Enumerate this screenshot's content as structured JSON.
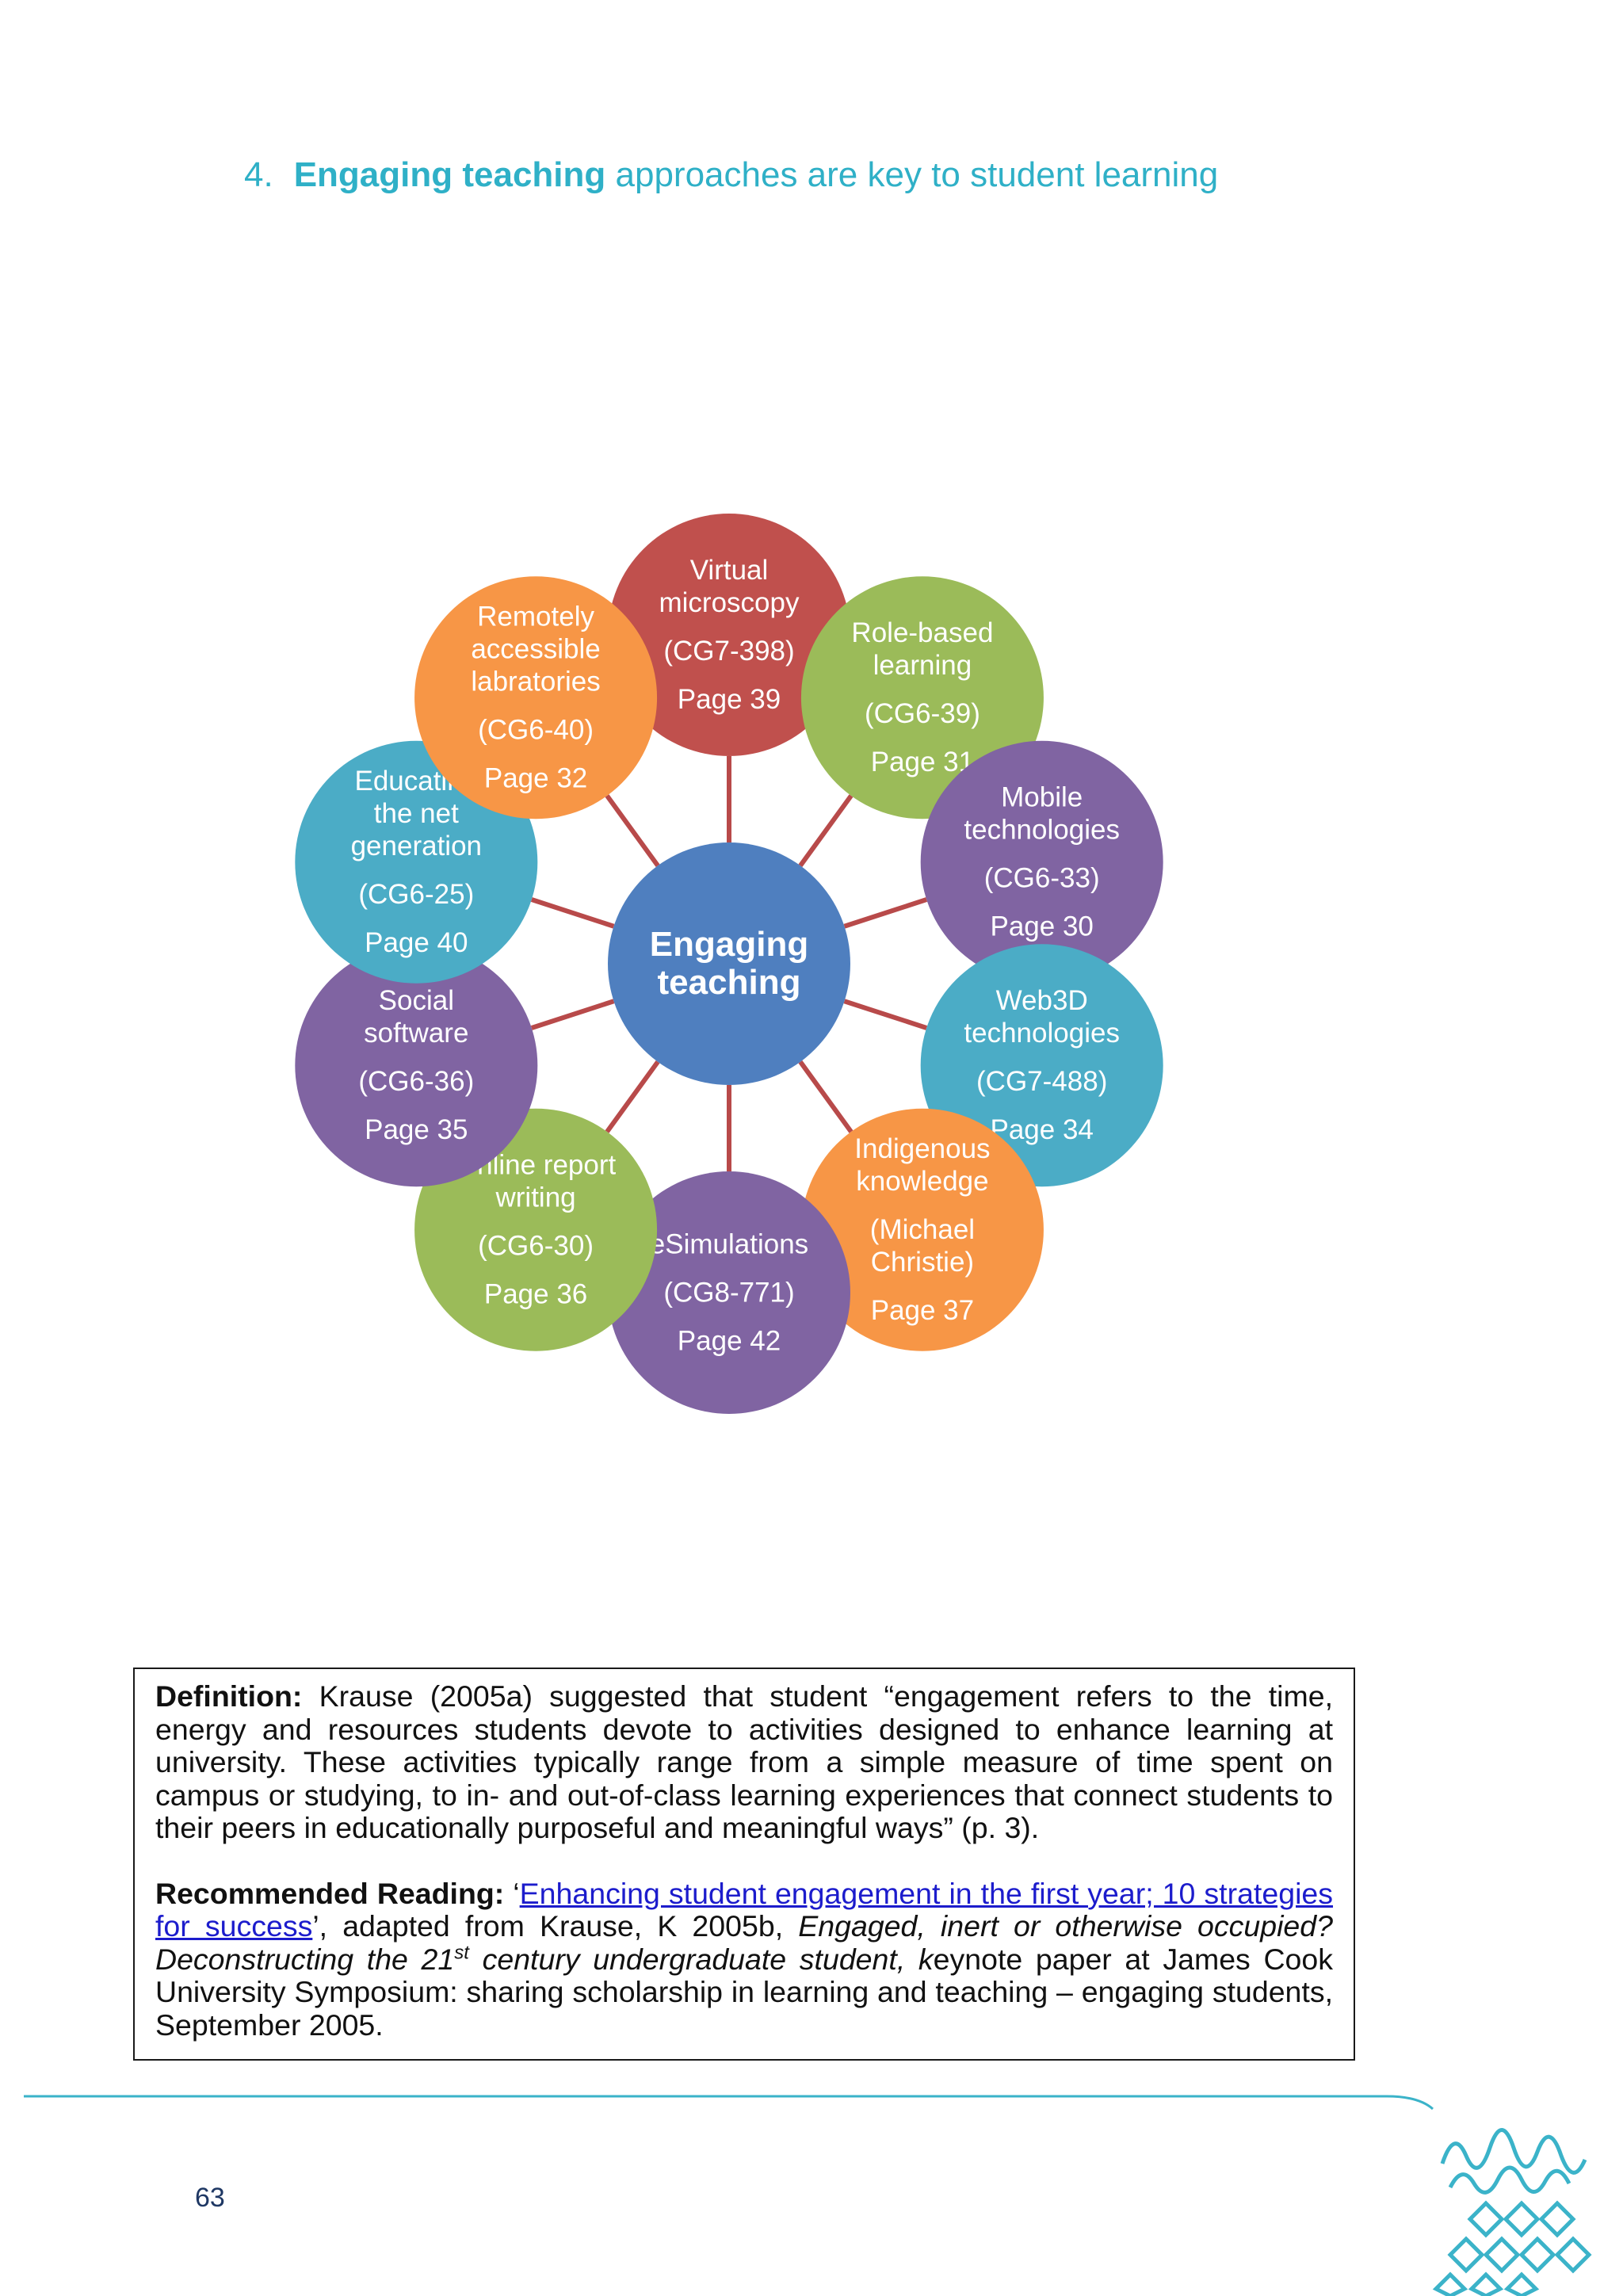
{
  "heading": {
    "number": "4.",
    "bold": "Engaging teaching",
    "rest": " approaches are key to student learning"
  },
  "diagram": {
    "center": {
      "lines": [
        "Engaging",
        "teaching"
      ],
      "color": "#4f7fbf"
    },
    "connector_color": "#b84a4a",
    "nodes": [
      {
        "id": "virtual-microscopy",
        "color": "#c0504d",
        "title": [
          "Virtual",
          "microscopy"
        ],
        "code": [
          "(CG7-398)"
        ],
        "page": "Page 39"
      },
      {
        "id": "role-based-learning",
        "color": "#9bbb59",
        "title": [
          "Role-based",
          "learning"
        ],
        "code": [
          "(CG6-39)"
        ],
        "page": "Page 31"
      },
      {
        "id": "mobile-technologies",
        "color": "#8064a2",
        "title": [
          "Mobile",
          "technologies"
        ],
        "code": [
          "(CG6-33)"
        ],
        "page": "Page 30"
      },
      {
        "id": "web3d-technologies",
        "color": "#4bacc6",
        "title": [
          "Web3D",
          "technologies"
        ],
        "code": [
          "(CG7-488)"
        ],
        "page": "Page 34"
      },
      {
        "id": "indigenous-knowledge",
        "color": "#f79646",
        "title": [
          "Indigenous",
          "knowledge"
        ],
        "code": [
          "(Michael",
          "Christie)"
        ],
        "page": "Page 37"
      },
      {
        "id": "esimulations",
        "color": "#8064a2",
        "title": [
          "eSimulations"
        ],
        "code": [
          "(CG8-771)"
        ],
        "page": "Page 42"
      },
      {
        "id": "online-report-writing",
        "color": "#9bbb59",
        "title": [
          "Online report",
          "writing"
        ],
        "code": [
          "(CG6-30)"
        ],
        "page": "Page 36"
      },
      {
        "id": "social-software",
        "color": "#8064a2",
        "title": [
          "Social",
          "software"
        ],
        "code": [
          "(CG6-36)"
        ],
        "page": "Page 35"
      },
      {
        "id": "educating-net-generation",
        "color": "#4bacc6",
        "title": [
          "Educating",
          "the net",
          "generation"
        ],
        "code": [
          "(CG6-25)"
        ],
        "page": "Page 40"
      },
      {
        "id": "remotely-accessible-labratories",
        "color": "#f79646",
        "title": [
          "Remotely",
          "accessible",
          "labratories"
        ],
        "code": [
          "(CG6-40)"
        ],
        "page": "Page 32"
      }
    ]
  },
  "definition": {
    "label": "Definition:",
    "text": " Krause (2005a) suggested that student “engagement refers to the time, energy and resources students devote to activities designed to enhance learning at university. These activities typically range from a simple measure of time spent on campus or studying, to in- and out-of-class learning experiences that connect students to their peers in educationally purposeful and meaningful ways” (p. 3)."
  },
  "reading": {
    "label": "Recommended Reading:",
    "quote_open": " ‘",
    "link": "Enhancing student engagement in the first year; 10 strategies for success",
    "after_link": "’, adapted from Krause, K 2005b, ",
    "italic_1": "Engaged, inert or otherwise occupied? Deconstructing the 21",
    "sup": "st",
    "italic_2": " century undergraduate student, ",
    "tail_italic": "k",
    "tail": "eynote paper at James Cook University Symposium: sharing scholarship in learning and teaching – engaging students, September 2005."
  },
  "footer": {
    "page_number": "63",
    "line_color": "#3bb3c9"
  }
}
